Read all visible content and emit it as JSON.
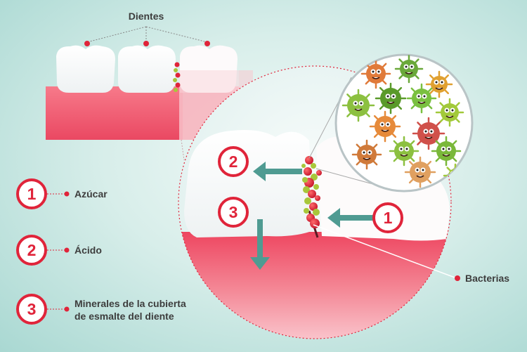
{
  "title_label": "Dientes",
  "callout_label": "Bacterias",
  "legend": [
    {
      "number": "1",
      "lines": [
        "Azúcar"
      ]
    },
    {
      "number": "2",
      "lines": [
        "Ácido"
      ]
    },
    {
      "number": "3",
      "lines": [
        "Minerales de la cubierta",
        "de esmalte del diente"
      ]
    }
  ],
  "diagram_markers": [
    "2",
    "3",
    "1"
  ],
  "colors": {
    "accent_red": "#e0243a",
    "gum_pink": "#f0566b",
    "arrow_teal": "#4f9b92",
    "bacteria_dot": "#e0243a",
    "bacteria_green": "#a8c73a"
  }
}
